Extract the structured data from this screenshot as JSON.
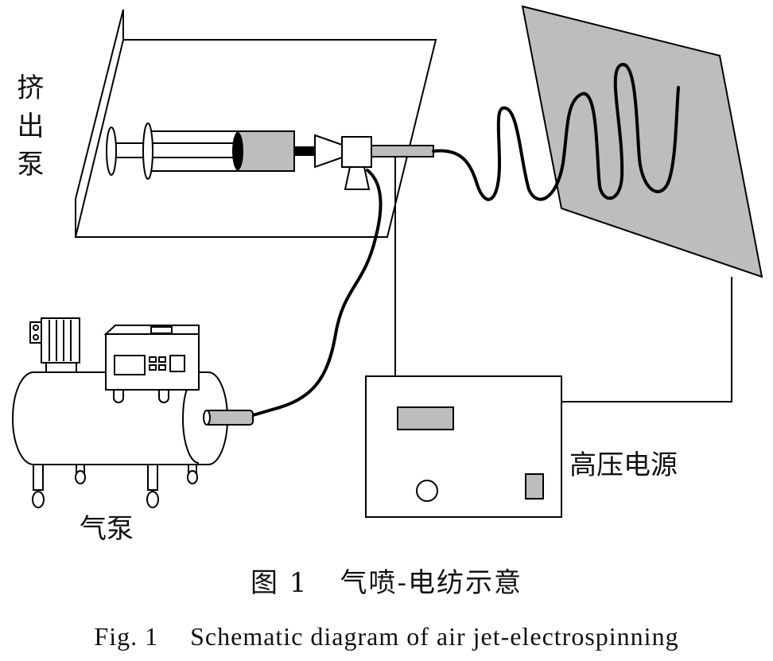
{
  "labels": {
    "extrusion_pump": "挤出泵",
    "high_voltage_supply": "高压电源",
    "air_pump": "气泵"
  },
  "caption": {
    "cn_number": "图 1",
    "cn_title": "气喷-电纺示意",
    "en_number": "Fig. 1",
    "en_title": "Schematic diagram of air jet-electrospinning"
  },
  "colors": {
    "line": "#000000",
    "gray_fill": "#bdbdbd",
    "background": "#ffffff"
  }
}
